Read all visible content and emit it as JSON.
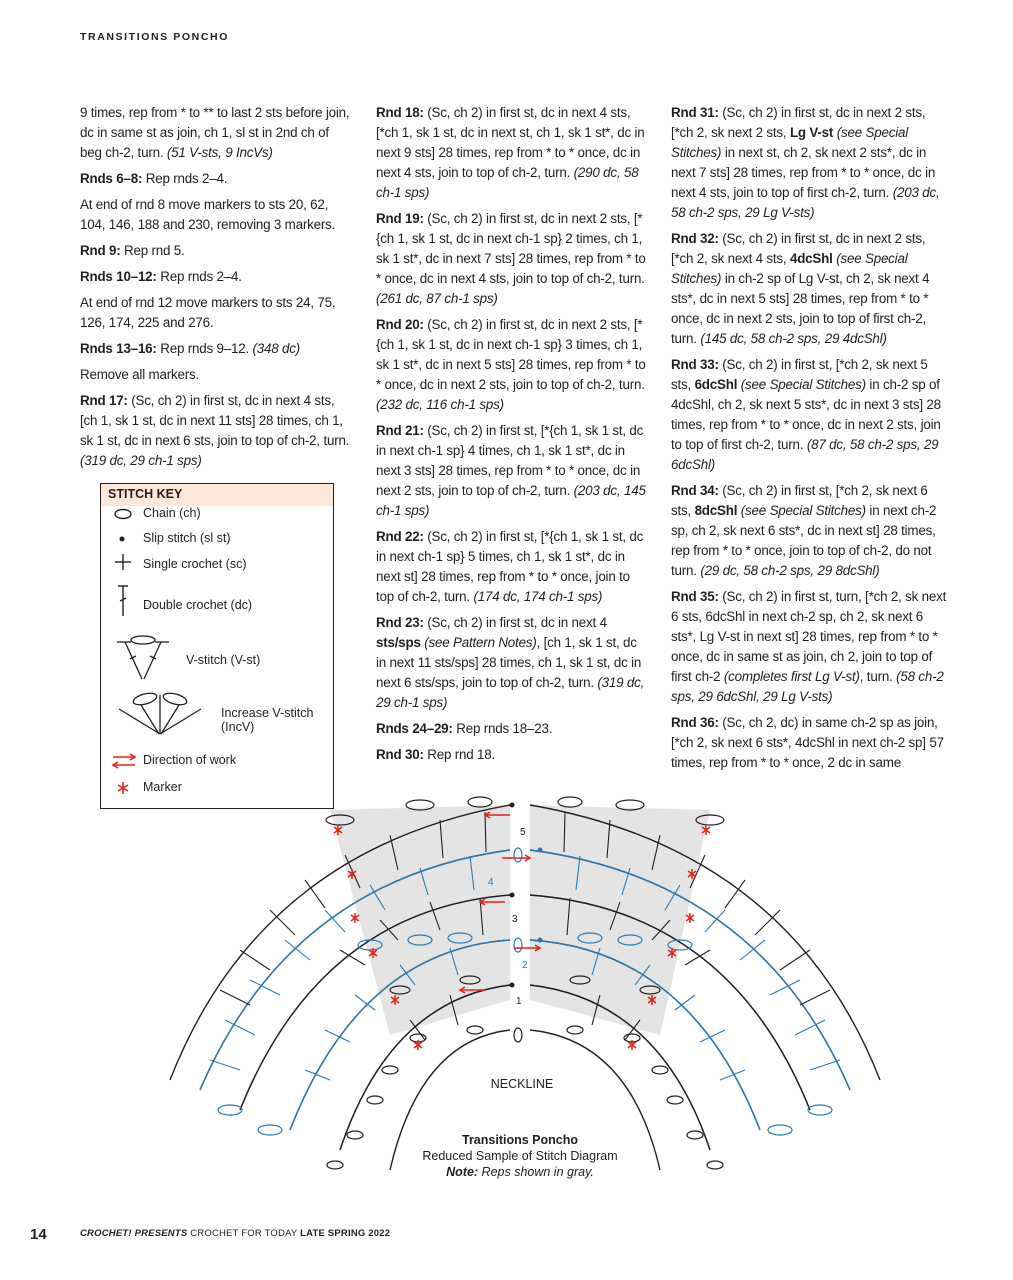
{
  "header": {
    "title": "TRANSITIONS PONCHO"
  },
  "col1": {
    "p1_text": "9 times, rep from * to ** to last 2 sts before join, dc in same st as join, ch 1, sl st in 2nd ch of beg ch-2, turn. ",
    "p1_it": "(51 V-sts, 9 IncVs)",
    "p2_b": "Rnds 6–8:",
    "p2_text": " Rep rnds 2–4.",
    "p3_text": "At end of rnd 8 move markers to sts 20, 62, 104, 146, 188 and 230, removing 3 markers.",
    "p4_b": "Rnd 9:",
    "p4_text": " Rep rnd 5.",
    "p5_b": "Rnds 10–12:",
    "p5_text": " Rep rnds 2–4.",
    "p6_text": "At end of rnd 12 move markers to sts 24, 75, 126, 174, 225 and 276.",
    "p7_b": "Rnds 13–16:",
    "p7_text": " Rep rnds 9–12. ",
    "p7_it": "(348 dc)",
    "p8_text": "Remove all markers.",
    "p9_b": "Rnd 17:",
    "p9_text": " (Sc, ch 2) in first st, dc in next 4 sts, [ch 1, sk 1 st, dc in next 11 sts] 28 times, ch 1, sk 1 st, dc in next 6 sts, join to top of ch-2, turn. ",
    "p9_it": "(319 dc, 29 ch-1 sps)"
  },
  "col2": {
    "p1_b": "Rnd 18:",
    "p1_text": " (Sc, ch 2) in first st, dc in next 4 sts, [*ch 1, sk 1 st, dc in next st, ch 1, sk 1 st*, dc in next 9 sts] 28 times, rep from * to * once, dc in next 4 sts, join to top of ch-2, turn. ",
    "p1_it": "(290 dc, 58 ch-1 sps)",
    "p2_b": "Rnd 19:",
    "p2_text": " (Sc, ch 2) in first st, dc in next 2 sts, [*{ch 1, sk 1 st, dc in next ch-1 sp} 2 times, ch 1, sk 1 st*, dc in next 7 sts] 28 times, rep from * to * once, dc in next 4 sts, join to top of ch-2, turn. ",
    "p2_it": "(261 dc, 87 ch-1 sps)",
    "p3_b": "Rnd 20:",
    "p3_text": " (Sc, ch 2) in first st, dc in next 2 sts, [*{ch 1, sk 1 st, dc in next ch-1 sp} 3 times, ch 1, sk 1 st*, dc in next 5 sts] 28 times, rep from * to * once, dc in next 2 sts, join to top of ch-2, turn. ",
    "p3_it": "(232 dc, 116 ch-1 sps)",
    "p4_b": "Rnd 21:",
    "p4_text": " (Sc, ch 2) in first st, [*{ch 1, sk 1 st, dc in next ch-1 sp} 4 times, ch 1, sk 1 st*, dc in next 3 sts] 28 times, rep from * to * once, dc in next 2 sts, join to top of ch-2, turn. ",
    "p4_it": "(203 dc, 145 ch-1 sps)",
    "p5_b": "Rnd 22:",
    "p5_text": " (Sc, ch 2) in first st, [*{ch 1, sk 1 st, dc in next ch-1 sp} 5 times, ch 1, sk 1 st*, dc in next st] 28 times, rep from * to * once, join to top of ch-2, turn. ",
    "p5_it": "(174 dc, 174 ch-1 sps)",
    "p6_b": "Rnd 23:",
    "p6_text1": " (Sc, ch 2) in first st, dc in next 4 ",
    "p6_b2": "sts/sps",
    "p6_it1": " (see Pattern Notes)",
    "p6_text2": ", [ch 1, sk 1 st, dc in next 11 sts/sps] 28 times, ch 1, sk 1 st, dc in next 6 sts/sps, join to top of ch-2, turn. ",
    "p6_it2": "(319 dc, 29 ch-1 sps)",
    "p7_b": "Rnds 24–29:",
    "p7_text": " Rep rnds 18–23.",
    "p8_b": "Rnd 30:",
    "p8_text": " Rep rnd 18."
  },
  "col3": {
    "p1_b": "Rnd 31:",
    "p1_text1": " (Sc, ch 2) in first st, dc in next 2 sts, [*ch 2, sk next 2 sts, ",
    "p1_b2": "Lg V-st",
    "p1_it1": " (see Special Stitches)",
    "p1_text2": " in next st, ch 2, sk next 2 sts*, dc in next 7 sts] 28 times, rep from * to * once, dc in next 4 sts, join to top of first ch-2, turn. ",
    "p1_it2": "(203 dc, 58 ch-2 sps, 29 Lg V-sts)",
    "p2_b": "Rnd 32:",
    "p2_text1": " (Sc, ch 2) in first st, dc in next 2 sts, [*ch 2, sk next 4 sts, ",
    "p2_b2": "4dcShl",
    "p2_it1": " (see Special Stitches)",
    "p2_text2": " in ch-2 sp of Lg V-st, ch 2, sk next 4 sts*, dc in next 5 sts] 28 times, rep from * to * once, dc in next 2 sts, join to top of first ch-2, turn. ",
    "p2_it2": "(145 dc, 58 ch-2 sps, 29 4dcShl)",
    "p3_b": "Rnd 33:",
    "p3_text1": " (Sc, ch 2) in first st, [*ch 2, sk next 5 sts, ",
    "p3_b2": "6dcShl",
    "p3_it1": " (see Special Stitches)",
    "p3_text2": " in ch-2 sp of 4dcShl, ch 2, sk next 5 sts*, dc in next 3 sts] 28 times, rep from * to * once, dc in next 2 sts, join to top of first ch-2, turn. ",
    "p3_it2": "(87 dc, 58 ch-2 sps, 29 6dcShl)",
    "p4_b": "Rnd 34:",
    "p4_text1": " (Sc, ch 2) in first st, [*ch 2, sk next 6 sts, ",
    "p4_b2": "8dcShl",
    "p4_it1": " (see Special Stitches)",
    "p4_text2": " in next ch-2 sp, ch 2, sk next 6 sts*, dc in next st] 28 times, rep from * to * once, join to top of ch-2, do not turn. ",
    "p4_it2": "(29 dc, 58 ch-2 sps, 29 8dcShl)",
    "p5_b": "Rnd 35:",
    "p5_text1": " (Sc, ch 2) in first st, turn, [*ch 2, sk next 6 sts, 6dcShl in next ch-2 sp, ch 2, sk next 6 sts*, Lg V-st in next st] 28 times, rep from * to * once, dc in same st as join, ch 2, join to top of first ch-2 ",
    "p5_it1": "(completes first Lg V-st)",
    "p5_text2": ", turn. ",
    "p5_it2": "(58 ch-2 sps, 29 6dcShl, 29 Lg V-sts)",
    "p6_b": "Rnd 36:",
    "p6_text": " (Sc, ch 2, dc) in same ch-2 sp as join, [*ch 2, sk next 6 sts*, 4dcShl in next ch-2 sp] 57 times, rep from * to * once, 2 dc in same"
  },
  "stitch_key": {
    "title": "STITCH KEY",
    "items": [
      "Chain (ch)",
      "Slip stitch (sl st)",
      "Single crochet (sc)",
      "Double crochet (dc)",
      "V-stitch (V-st)",
      "Increase V-stitch (IncV)",
      "Direction of work",
      "Marker"
    ]
  },
  "diagram": {
    "neckline": "NECKLINE",
    "row_numbers": [
      "1",
      "2",
      "3",
      "4",
      "5"
    ],
    "caption_title": "Transitions Poncho",
    "caption_sub": "Reduced Sample of Stitch Diagram",
    "caption_note_b": "Note:",
    "caption_note_it": " Reps shown in gray.",
    "colors": {
      "black_rounds": "#231f20",
      "blue_rounds": "#2a7bb5",
      "rep_gray": "#e4e4e4",
      "marker": "#e2231a"
    }
  },
  "footer": {
    "page": "14",
    "pub_b1": "CROCHET! PRESENTS",
    "pub_text": " CROCHET FOR TODAY ",
    "pub_b2": "LATE SPRING 2022"
  }
}
